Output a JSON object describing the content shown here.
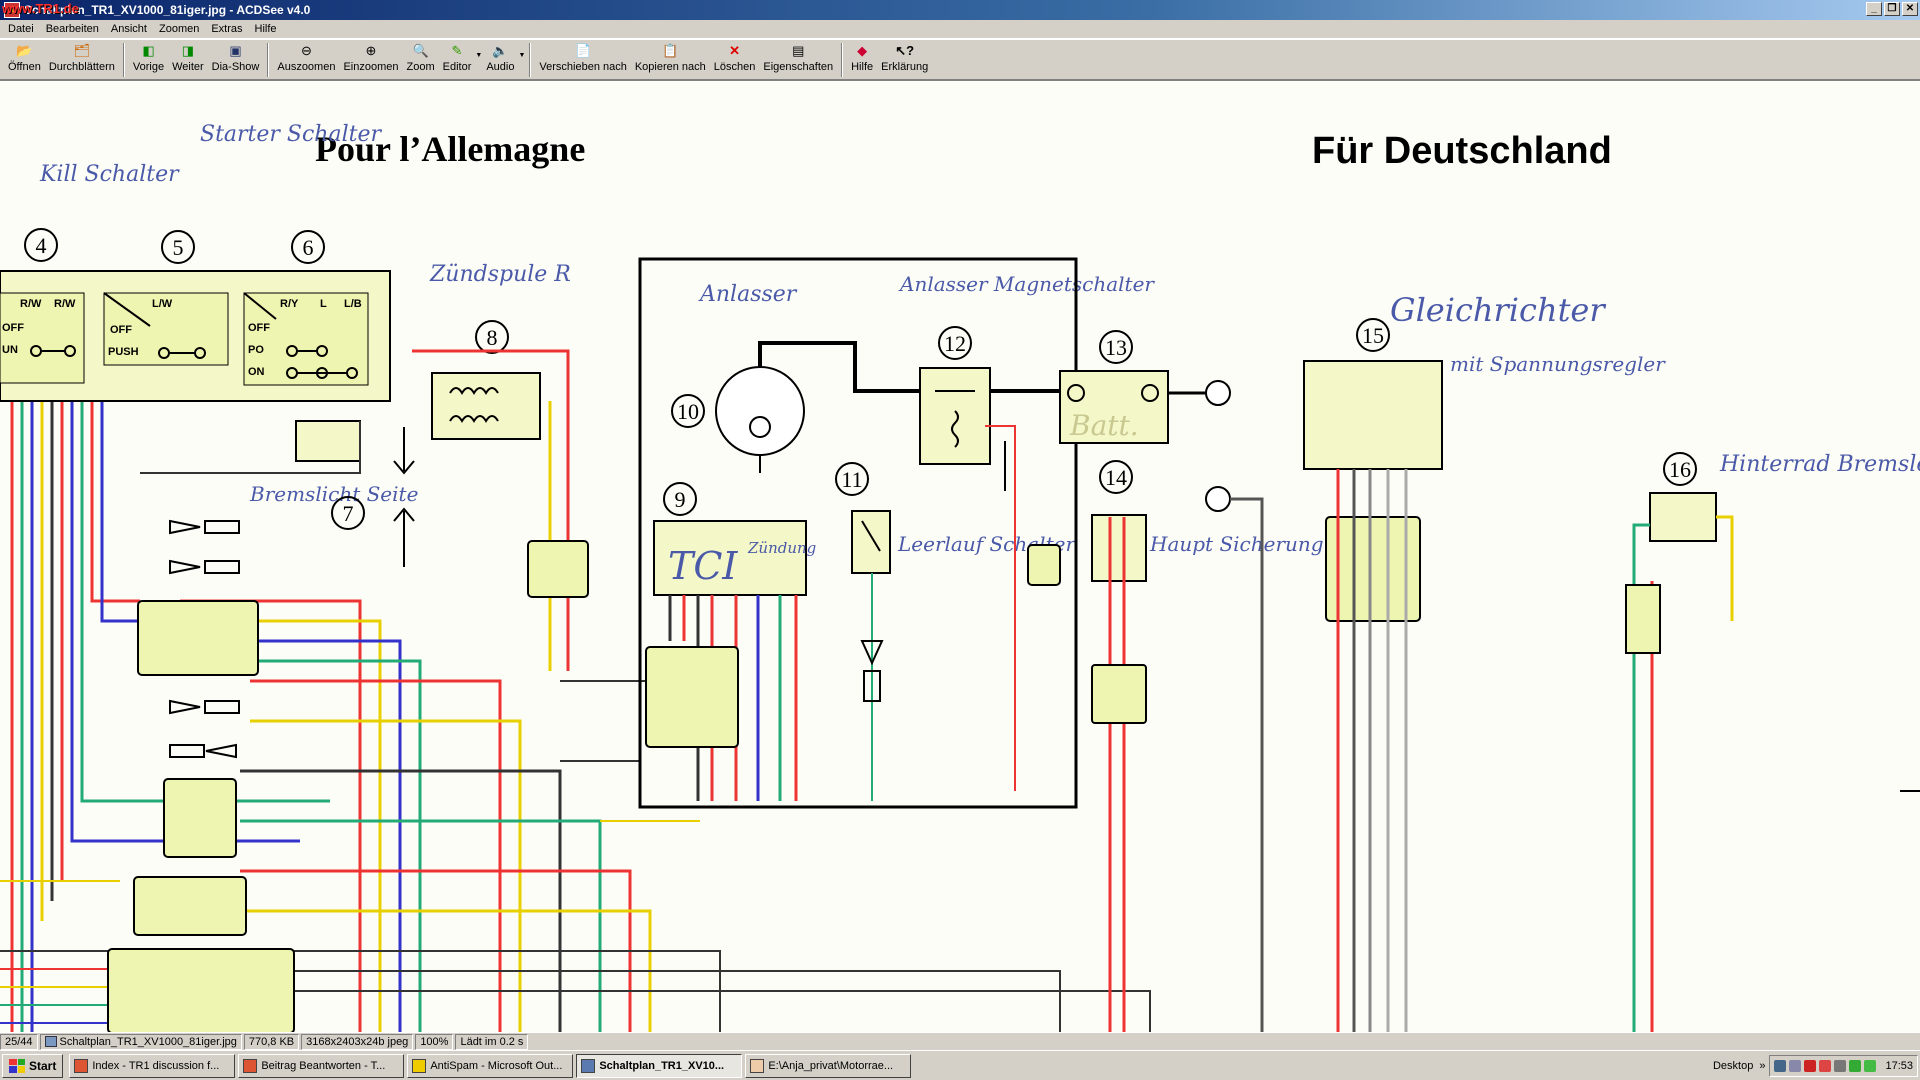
{
  "window": {
    "watermark": "www.TR1.de",
    "title": "Schaltplan_TR1_XV1000_81iger.jpg - ACDSee v4.0"
  },
  "menu": [
    "Datei",
    "Bearbeiten",
    "Ansicht",
    "Zoomen",
    "Extras",
    "Hilfe"
  ],
  "toolbar": {
    "open": "Öffnen",
    "browse": "Durchblättern",
    "prev": "Vorige",
    "next": "Weiter",
    "slideshow": "Dia-Show",
    "zoom_out": "Auszoomen",
    "zoom_in": "Einzoomen",
    "zoom": "Zoom",
    "editor": "Editor",
    "audio": "Audio",
    "move_to": "Verschieben nach",
    "copy_to": "Kopieren nach",
    "delete": "Löschen",
    "properties": "Eigenschaften",
    "help": "Hilfe",
    "explain": "Erklärung"
  },
  "diagram": {
    "heading_fr": "Pour l’Allemagne",
    "heading_de": "Für Deutschland",
    "numbers": [
      "4",
      "5",
      "6",
      "7",
      "8",
      "9",
      "10",
      "11",
      "12",
      "13",
      "14",
      "15",
      "16"
    ],
    "hand_kill": "Kill Schalter",
    "hand_starter": "Starter Schalter",
    "hand_zuendspule": "Zündspule R",
    "hand_anlasser": "Anlasser",
    "hand_magnet": "Anlasser Magnetschalter",
    "hand_bremslicht": "Bremslicht Seite",
    "hand_gleichrichter": "Gleichrichter",
    "hand_regler": "mit Spannungsregler",
    "hand_leerlauf": "Leerlauf Schalter",
    "hand_hauptsicherung": "Haupt Sicherung",
    "hand_hinterrad": "Hinterrad Bremsleuchte Schalter",
    "hand_tci": "TCI",
    "hand_zuendung": "Zündung",
    "batt": "Batt.",
    "sw_off": "OFF",
    "sw_run": "UN",
    "sw_push": "PUSH",
    "sw_on": "ON",
    "sw_po": "PO",
    "sw_rw": "R/W",
    "sw_lw": "L/W",
    "sw_ry": "R/Y",
    "sw_l": "L",
    "sw_lb": "L/B"
  },
  "status": {
    "counter": "25/44",
    "file": "Schaltplan_TR1_XV1000_81iger.jpg",
    "size": "770,8 KB",
    "dims": "3168x2403x24b jpeg",
    "zoom": "100%",
    "load": "Lädt im 0.2 s"
  },
  "taskbar": {
    "start": "Start",
    "tasks": [
      "Index - TR1 discussion f...",
      "Beitrag Beantworten - T...",
      "AntiSpam - Microsoft Out...",
      "Schaltplan_TR1_XV10...",
      "E:\\Anja_privat\\Motorrae..."
    ],
    "desktop": "Desktop",
    "clock": "17:53"
  }
}
